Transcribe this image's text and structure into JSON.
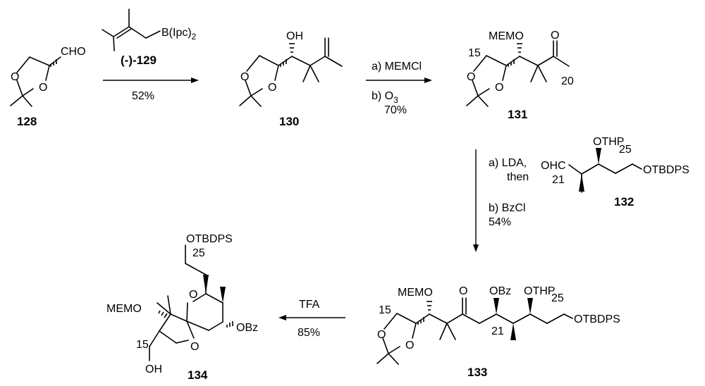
{
  "compounds": {
    "c128": {
      "number": "128",
      "cho": "CHO"
    },
    "c129": {
      "number": "(-)-129",
      "boron": "B(Ipc)",
      "sub": "2"
    },
    "c130": {
      "number": "130",
      "oh": "OH"
    },
    "c131": {
      "number": "131",
      "mem": "MEMO",
      "c15": "15",
      "c20": "20",
      "o_ketone": "O"
    },
    "c132": {
      "number": "132",
      "ohc": "OHC",
      "c21": "21",
      "othp": "OTHP",
      "c25": "25",
      "otbdps": "OTBDPS"
    },
    "c133": {
      "number": "133",
      "mem": "MEMO",
      "c15": "15",
      "o_ketone": "O",
      "obz": "OBz",
      "othp": "OTHP",
      "c25": "25",
      "c21": "21",
      "otbdps": "OTBDPS"
    },
    "c134": {
      "number": "134",
      "otbdps": "OTBDPS",
      "c25": "25",
      "mem": "MEMO",
      "obz": "OBz",
      "c15": "15",
      "oh": "OH"
    }
  },
  "ring_o": "O",
  "steps": {
    "s1": {
      "yield": "52%"
    },
    "s2": {
      "a": "a) MEMCl",
      "b": "b) O",
      "b_sub": "3",
      "yield": "70%"
    },
    "s3": {
      "a": "a) LDA,",
      "then": "then",
      "b": "b) BzCl",
      "yield": "54%"
    },
    "s4": {
      "reagent": "TFA",
      "yield": "85%"
    }
  }
}
